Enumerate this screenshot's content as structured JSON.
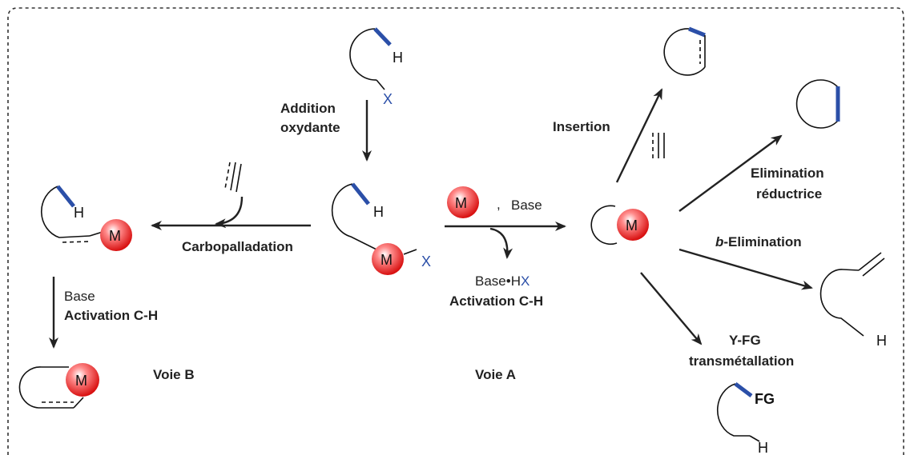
{
  "labels": {
    "addition_line1": "Addition",
    "addition_line2": "oxydante",
    "carbopalladation": "Carbopalladation",
    "base_hx_prefix": "Base•H",
    "activation_a": "Activation C-H",
    "base_b": "Base",
    "activation_b": "Activation C-H",
    "voie_b": "Voie B",
    "voie_a": "Voie A",
    "insertion": "Insertion",
    "elimination_line1": "Elimination",
    "elimination_line2": "réductrice",
    "beta_elim_italic": "b",
    "beta_elim_rest": "-Elimination",
    "yfg_line1": "Y-FG",
    "yfg_line2": "transmétallation",
    "base_reagent": "Base",
    "comma": ","
  },
  "atoms": {
    "H": "H",
    "X": "X",
    "M": "M",
    "FG": "FG"
  },
  "colors": {
    "metal_red": "#e02020",
    "bond_blue": "#2b4fa8",
    "text": "#222222"
  }
}
